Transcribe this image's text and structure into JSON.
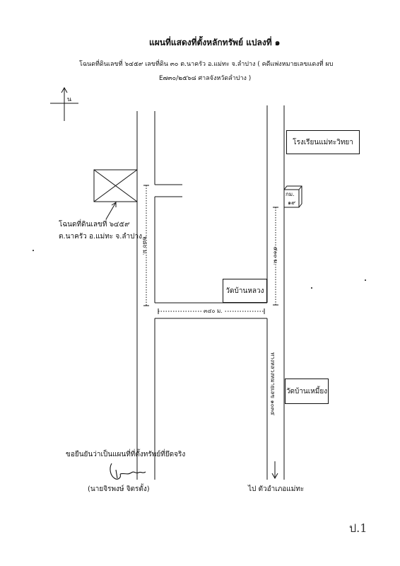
{
  "title": "แผนที่แสดงที่ตั้งหลักทรัพย์ แปลงที่ ๑",
  "subtitle_line1": "โฉนดที่ดินเลขที่ ๖๔๕๙ เลขที่ดิน ๓๐ ต.นาครัว อ.แม่ทะ จ.ลำปาง ( คดีแพ่งหมายเลขแดงที่ ผบ",
  "subtitle_line2": "E๗๓๐/๒๕๖๘ ศาลจังหวัดลำปาง )",
  "north_label": "น",
  "parcel_label_line1": "โฉนดที่ดินเลขที่ ๖๔๕๙",
  "parcel_label_line2": "ต.นาครัว อ.แม่ทะ จ.ลำปาง",
  "dist_left": "๒๘๐ ม.",
  "dist_horizontal": "๓๔๐ ม.",
  "dist_right": "๕๐๐ ม.",
  "landmarks": {
    "school": "โรงเรียนแม่ทะวิทยา",
    "km_line1": "กม.",
    "km_line2": "๑๙",
    "wat_ban_luang": "วัดบ้านหลวง",
    "wat_ban_mueang": "วัดบ้านเหมี้ยง"
  },
  "highway_label": "ทางหลวงหมายเลข ๑๐๓๕",
  "to_label": "ไป ตัวอำเภอแม่ทะ",
  "certify_text": "ขอยืนยันว่าเป็นแผนที่ที่ตั้งทรัพย์ที่ยึดจริง",
  "signer_name": "(นายจิรพงษ์   จิตรตั้ง)",
  "page_mark": "ป.1"
}
